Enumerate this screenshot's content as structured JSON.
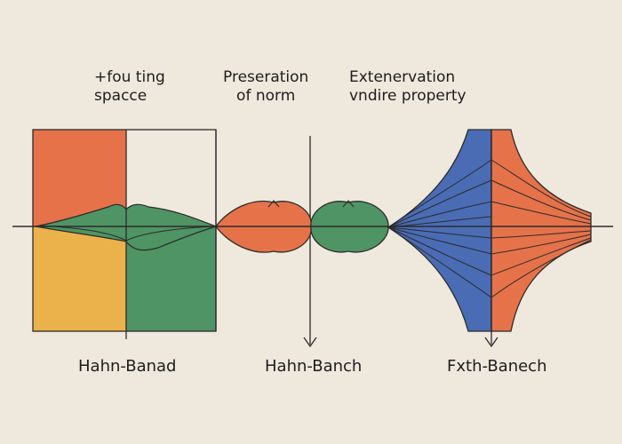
{
  "headers": [
    {
      "line1": "+fou ting",
      "line2": "spacce"
    },
    {
      "line1": "Preseration",
      "line2": "of norm"
    },
    {
      "line1": "Extenervation",
      "line2": "vndire property"
    }
  ],
  "captions": [
    "Hahn-Banad",
    "Hahn-Banch",
    "Fxth-Banech"
  ],
  "colors": {
    "background": "#EFE8DD",
    "orange": "#E6724A",
    "green": "#4F9464",
    "yellow": "#EBB14A",
    "blue": "#4A6CB5",
    "line": "#2b2b2b"
  }
}
